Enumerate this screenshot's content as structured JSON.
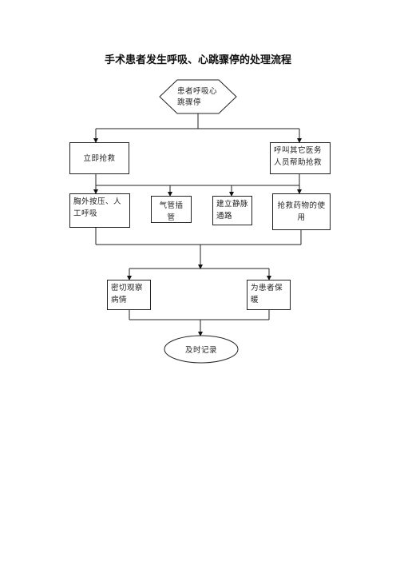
{
  "title": "手术患者发生呼吸、心跳骤停的处理流程",
  "nodes": {
    "start": "患者呼吸心跳骤停",
    "immediate_rescue": "立即抢救",
    "call_help": "呼叫其它医务人员帮助抢救",
    "chest_compression": "胸外按压、人工呼吸",
    "intubation": "气管插管",
    "iv_access": "建立静脉通路",
    "drugs": "抢救药物的使用",
    "observe": "密切观察病情",
    "keep_warm": "为患者保暖",
    "record": "及时记录"
  }
}
